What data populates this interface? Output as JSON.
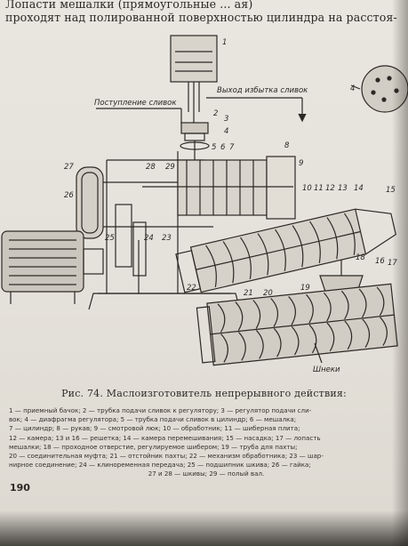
{
  "running_text": {
    "line1": "Лопасти мешалки (прямоугольные ... ая)",
    "line2": "проходят над полированной поверхностью цилиндра на расстоя-"
  },
  "figure": {
    "label_cream_in": "Поступление сливок",
    "label_buttermilk_out": "Выход избытка сливок",
    "label_screws": "Шнеки",
    "callouts": {
      "n1": "1",
      "n2": "2",
      "n3": "3",
      "n4": "4",
      "n5": "5",
      "n6": "6",
      "n7": "7",
      "n8": "8",
      "n9": "9",
      "n10": "10",
      "n11": "11",
      "n12": "12",
      "n13": "13",
      "n14": "14",
      "n15": "15",
      "n16": "16",
      "n17": "17",
      "n18": "18",
      "n19": "19",
      "n20": "20",
      "n21": "21",
      "n22": "22",
      "n23": "23",
      "n24": "24",
      "n25": "25",
      "n26": "26",
      "n27": "27",
      "n28": "28",
      "n29": "29"
    }
  },
  "caption": "Рис. 74. Маслоизготовитель непрерывного действия:",
  "legend_lines": [
    "1 — приемный бачок; 2 — трубка подачи сливок к регулятору; 3 — регулятор подачи сли-",
    "вок; 4 — диафрагма регулятора; 5 — трубка подачи сливок в цилиндр; 6 — мешалка;",
    "7 — цилиндр; 8 — рукав; 9 — смотровой люк; 10 — обработник; 11 — шиберная плита;",
    "12 — камера; 13 и 16 — решетка; 14 — камера перемешивания; 15 — насадка; 17 — лопасть",
    "мешалки; 18 — проходное отверстие, регулируемое шибером; 19 — труба для пахты;",
    "20 — соединительная муфта; 21 — отстойник пахты; 22 — механизм обработника; 23 — шар-",
    "нирное соединение; 24 — клиноременная передача; 25 — подшипник шкива; 26 — гайка;",
    "27 и 28 — шкивы; 29 — полый вал."
  ],
  "page_number": "190",
  "colors": {
    "ink": "#2a2724",
    "paper": "#e6e3dc"
  }
}
